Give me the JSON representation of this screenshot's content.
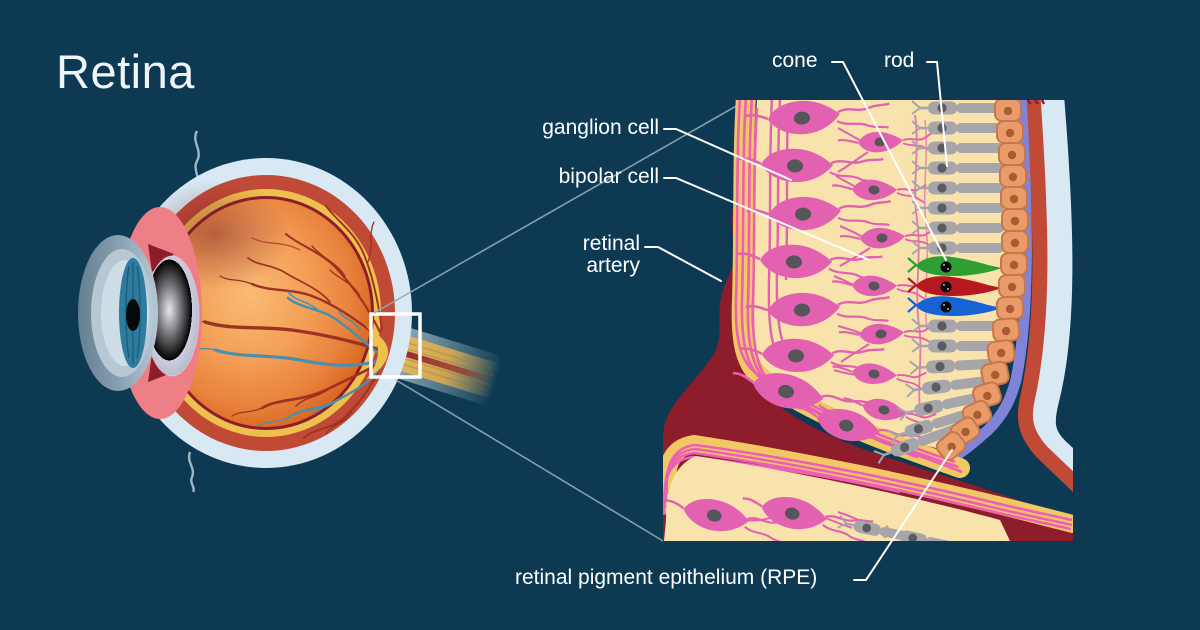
{
  "title": "Retina",
  "diagram_labels": {
    "cone": "cone",
    "rod": "rod",
    "ganglion_cell": "ganglion cell",
    "bipolar_cell": "bipolar cell",
    "retinal_artery": "retinal artery",
    "rpe": "retinal pigment epithelium (RPE)"
  },
  "colors": {
    "background": "#0d3a52",
    "label_text": "#ffffff",
    "title_text": "#eef4f8",
    "leader_line": "#ffffff",
    "connector_line": "#93a9b5",
    "sclera_light_blue": "#d8e9f4",
    "choroid_brick_red": "#c04a36",
    "deep_red": "#8e1d2c",
    "nerve_fiber_yellow": "#f2c865",
    "retina_cream": "#f8e3ad",
    "neuron_pink": "#e361b1",
    "rod_gray": "#a6a6aa",
    "cone_green": "#2f9e33",
    "cone_red": "#b5191f",
    "cone_blue": "#1763d6",
    "rpe_orange": "#e99c6a",
    "membrane_lavender": "#8183d8",
    "vitreous_orange": "#f4a058",
    "iris_teal": "#2e7ba0",
    "vessel_red": "#9e3222",
    "vessel_blue": "#4a8fae"
  }
}
